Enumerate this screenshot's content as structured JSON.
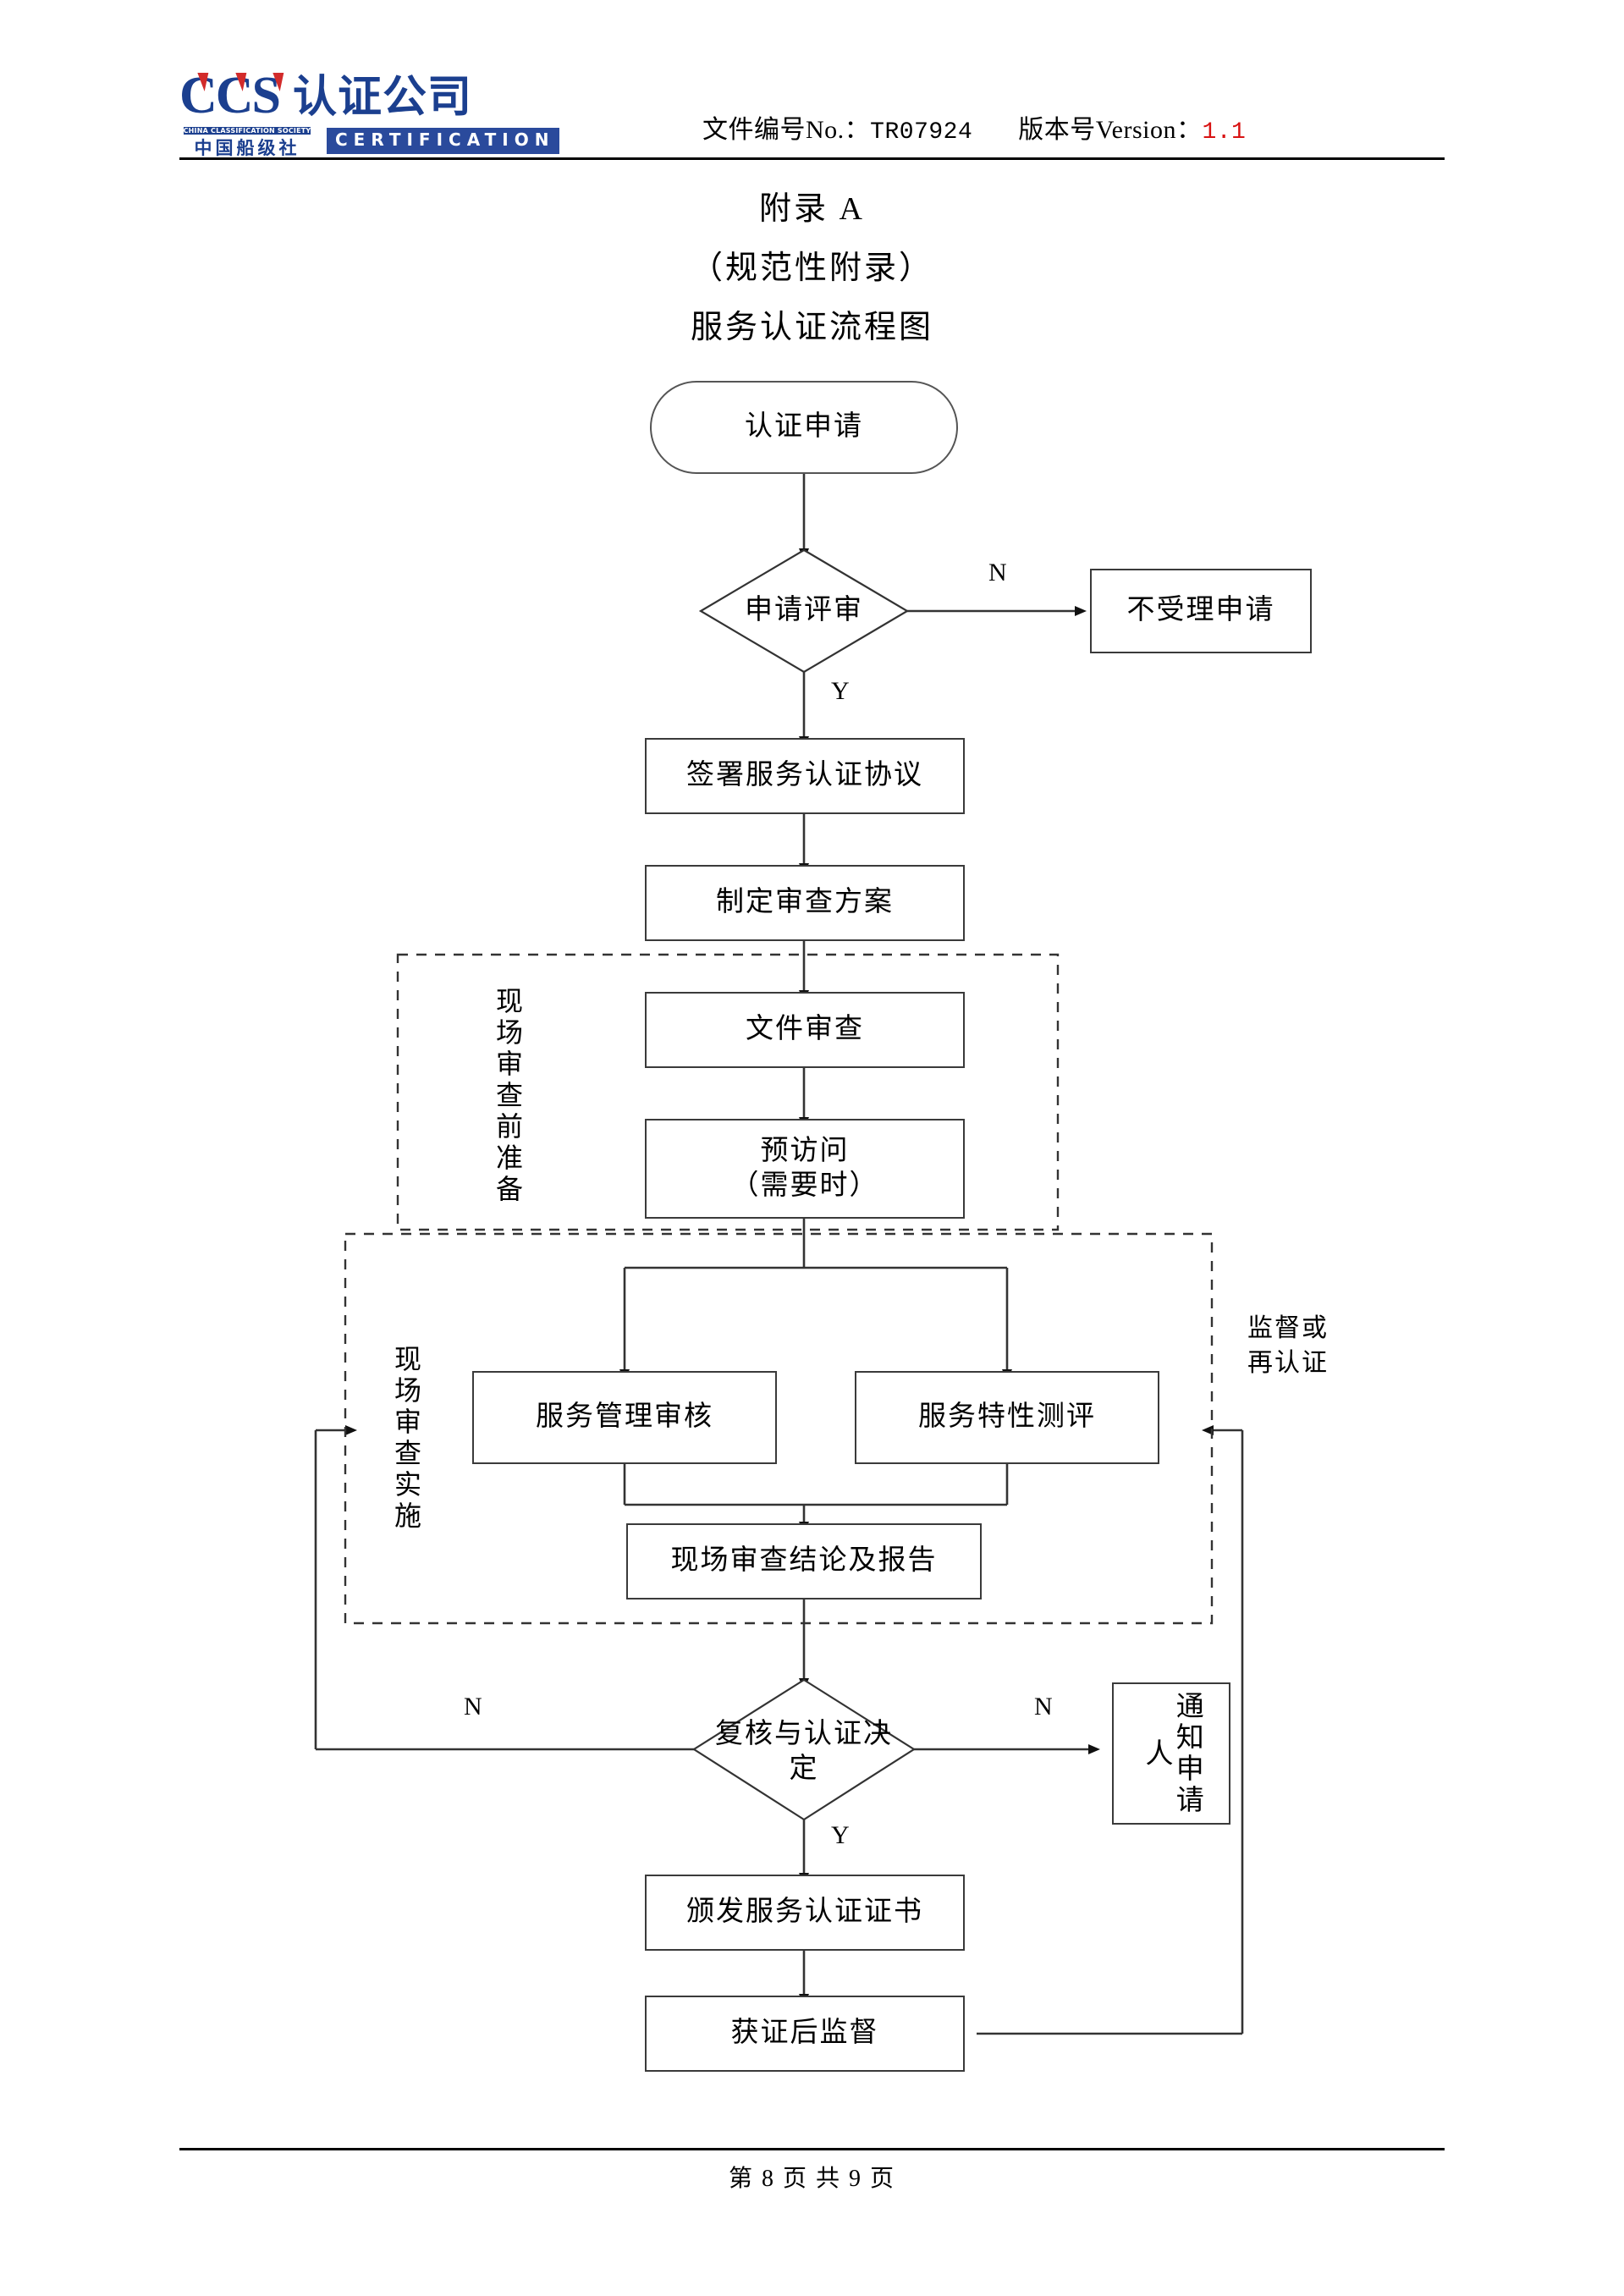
{
  "header": {
    "logo": {
      "mark": "CCS",
      "company_cn": "认证公司",
      "society_en": "CHINA CLASSIFICATION SOCIETY",
      "society_cn": "中国船级社",
      "banner": "CERTIFICATION"
    },
    "doc_no_label": "文件编号No.：",
    "doc_no_value": "TR07924",
    "version_label": "版本号Version：",
    "version_value": "1.1"
  },
  "titles": {
    "line1": "附录 A",
    "line2": "（规范性附录）",
    "line3": "服务认证流程图"
  },
  "chart_data": {
    "type": "diagram",
    "title": "服务认证流程图",
    "nodes": [
      {
        "id": "apply",
        "label": "认证申请",
        "shape": "terminator"
      },
      {
        "id": "review",
        "label": "申请评审",
        "shape": "decision"
      },
      {
        "id": "reject",
        "label": "不受理申请",
        "shape": "process"
      },
      {
        "id": "sign",
        "label": "签署服务认证协议",
        "shape": "process"
      },
      {
        "id": "plan",
        "label": "制定审查方案",
        "shape": "process"
      },
      {
        "id": "docreview",
        "label": "文件审查",
        "shape": "process"
      },
      {
        "id": "previsit",
        "label": "预访问\n（需要时）",
        "shape": "process"
      },
      {
        "id": "mgmtaudit",
        "label": "服务管理审核",
        "shape": "process"
      },
      {
        "id": "chareval",
        "label": "服务特性测评",
        "shape": "process"
      },
      {
        "id": "conclusion",
        "label": "现场审查结论及报告",
        "shape": "process"
      },
      {
        "id": "decision",
        "label": "复核与认证决定",
        "shape": "decision"
      },
      {
        "id": "notify",
        "label": "通知申请人",
        "shape": "process"
      },
      {
        "id": "issue",
        "label": "颁发服务认证证书",
        "shape": "process"
      },
      {
        "id": "surveil",
        "label": "获证后监督",
        "shape": "process"
      }
    ],
    "groups": [
      {
        "id": "prep",
        "label": "现场审查前准备",
        "members": [
          "docreview",
          "previsit"
        ]
      },
      {
        "id": "site",
        "label": "现场审查实施",
        "members": [
          "mgmtaudit",
          "chareval",
          "conclusion"
        ]
      }
    ],
    "edges": [
      {
        "from": "apply",
        "to": "review",
        "label": ""
      },
      {
        "from": "review",
        "to": "reject",
        "label": "N"
      },
      {
        "from": "review",
        "to": "sign",
        "label": "Y"
      },
      {
        "from": "sign",
        "to": "plan",
        "label": ""
      },
      {
        "from": "plan",
        "to": "docreview",
        "label": ""
      },
      {
        "from": "docreview",
        "to": "previsit",
        "label": ""
      },
      {
        "from": "previsit",
        "to": "mgmtaudit",
        "label": ""
      },
      {
        "from": "previsit",
        "to": "chareval",
        "label": ""
      },
      {
        "from": "mgmtaudit",
        "to": "conclusion",
        "label": ""
      },
      {
        "from": "chareval",
        "to": "conclusion",
        "label": ""
      },
      {
        "from": "conclusion",
        "to": "decision",
        "label": ""
      },
      {
        "from": "decision",
        "to": "site",
        "label": "N"
      },
      {
        "from": "decision",
        "to": "notify",
        "label": "N"
      },
      {
        "from": "decision",
        "to": "issue",
        "label": "Y"
      },
      {
        "from": "issue",
        "to": "surveil",
        "label": ""
      },
      {
        "from": "surveil",
        "to": "site",
        "label": "监督或再认证"
      }
    ],
    "edge_labels": {
      "review_n": "N",
      "review_y": "Y",
      "decision_n_left": "N",
      "decision_n_right": "N",
      "decision_y": "Y",
      "resurvey": "监督或\n再认证",
      "resurvey_line1": "监督或",
      "resurvey_line2": "再认证"
    }
  },
  "nodes": {
    "apply": "认证申请",
    "review": "申请评审",
    "reject": "不受理申请",
    "sign": "签署服务认证协议",
    "plan": "制定审查方案",
    "docreview": "文件审查",
    "previsit_l1": "预访问",
    "previsit_l2": "（需要时）",
    "mgmtaudit": "服务管理审核",
    "chareval": "服务特性测评",
    "conclusion": "现场审查结论及报告",
    "decision": "复核与认证决定",
    "notify": "通知申请人",
    "issue": "颁发服务认证证书",
    "surveil": "获证后监督"
  },
  "group_labels": {
    "prep": "现场审查前准备",
    "site": "现场审查实施"
  },
  "footer": {
    "text": "第 8 页  共 9 页"
  }
}
